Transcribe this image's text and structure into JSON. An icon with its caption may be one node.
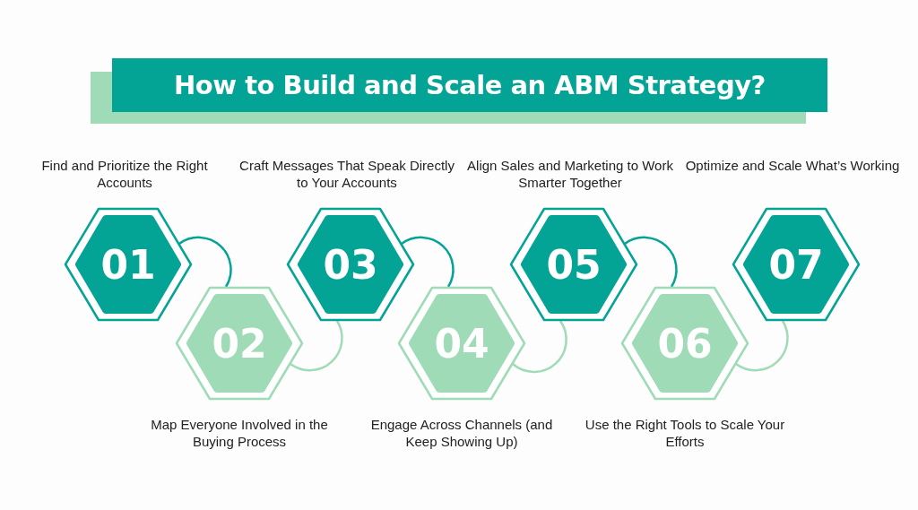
{
  "diagram": {
    "title": "How to Build and Scale an ABM Strategy?",
    "nodes": [
      {
        "text": [
          "01"
        ],
        "beside": [
          "Find and Prioritize the Right Accounts"
        ]
      },
      {
        "text": [
          "02"
        ],
        "beside": [
          "Map Everyone Involved in the Buying Process"
        ]
      },
      {
        "text": [
          "03"
        ],
        "beside": [
          "Craft Messages That Speak Directly to Your Accounts"
        ]
      },
      {
        "text": [
          "04"
        ],
        "beside": [
          "Engage Across Channels (and Keep Showing Up)"
        ]
      },
      {
        "text": [
          "05"
        ],
        "beside": [
          "Align Sales and Marketing to Work Smarter Together"
        ]
      },
      {
        "text": [
          "06"
        ],
        "beside": [
          "Use the Right Tools to Scale Your Efforts"
        ]
      },
      {
        "text": [
          "07"
        ],
        "beside": [
          "Optimize and Scale What’s Working"
        ]
      }
    ],
    "edges": [
      {
        "from": 0,
        "to": 1,
        "arrow": "none"
      },
      {
        "from": 1,
        "to": 2,
        "arrow": "none",
        "color": "#9edbb6"
      },
      {
        "from": 2,
        "to": 3,
        "arrow": "none"
      },
      {
        "from": 3,
        "to": 4,
        "arrow": "none",
        "color": "#9edbb6"
      },
      {
        "from": 4,
        "to": 5,
        "arrow": "none"
      },
      {
        "from": 5,
        "to": 6,
        "arrow": "none",
        "color": "#9edbb6"
      }
    ]
  }
}
